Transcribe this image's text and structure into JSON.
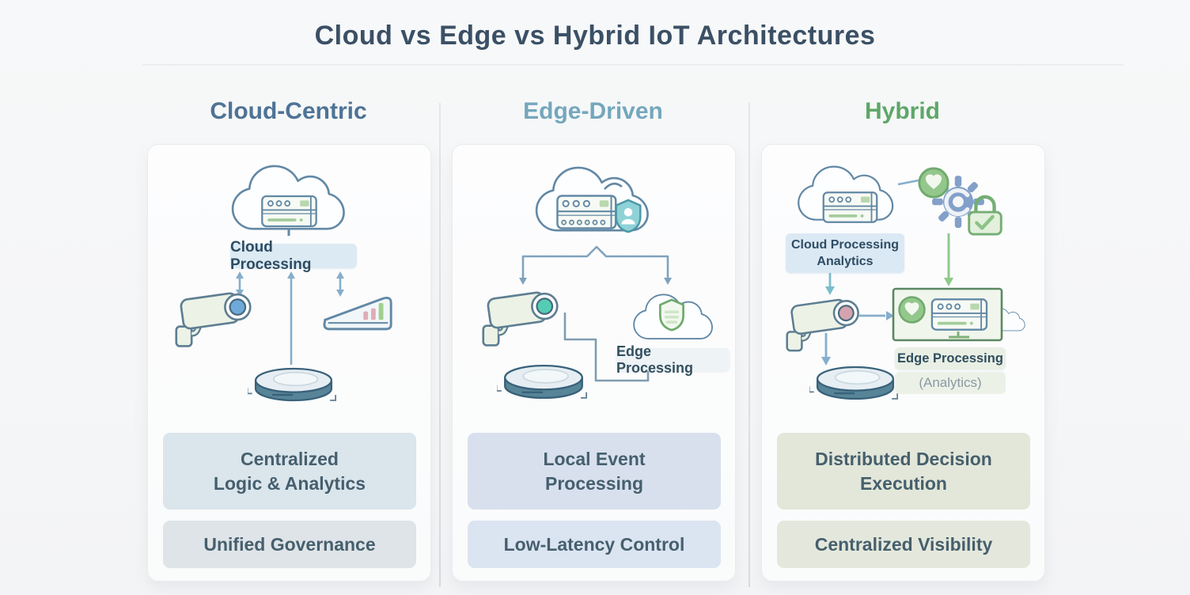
{
  "title": "Cloud vs Edge vs Hybrid IoT Architectures",
  "colors": {
    "background": "#f6f7f8",
    "panel": "#fcfdfd",
    "title_text": "#3b5065",
    "cloud_centric_accent": "#4e7396",
    "edge_driven_accent": "#74a7bc",
    "hybrid_accent": "#5ea768",
    "outline_blue": "#6288a5",
    "arrow_blue": "#86aecb",
    "arrow_teal": "#7cbcca",
    "arrow_green": "#8fc98b",
    "label_box_blue": "#dceaf3",
    "label_box_green": "#e9efe4",
    "feature_box_blue": "#dae5ec",
    "feature_box_lavender": "#d8e0ee",
    "feature_box_green": "#e2e7d9"
  },
  "columns": [
    {
      "id": "cloud-centric",
      "title": "Cloud-Centric",
      "processing_label": "Cloud Processing",
      "features": [
        {
          "lines": [
            "Centralized",
            "Logic & Analytics"
          ]
        },
        {
          "lines": [
            "Unified Governance"
          ]
        }
      ],
      "icons": [
        "cloud",
        "server",
        "security-camera",
        "signal-device",
        "robot-vacuum",
        "sync-arrows"
      ]
    },
    {
      "id": "edge-driven",
      "title": "Edge-Driven",
      "processing_label": "Edge Processing",
      "features": [
        {
          "lines": [
            "Local Event",
            "Processing"
          ]
        },
        {
          "lines": [
            "Low-Latency Control"
          ]
        }
      ],
      "icons": [
        "cloud",
        "server",
        "user-shield",
        "security-camera",
        "edge-cloud",
        "striped-shield",
        "robot-vacuum",
        "branch-connector"
      ]
    },
    {
      "id": "hybrid",
      "title": "Hybrid",
      "cloud_label_lines": [
        "Cloud Processing",
        "Analytics"
      ],
      "edge_label": "Edge Processing",
      "analytics_label": "(Analytics)",
      "features": [
        {
          "lines": [
            "Distributed Decision",
            "Execution"
          ]
        },
        {
          "lines": [
            "Centralized Visibility"
          ]
        }
      ],
      "icons": [
        "cloud",
        "server",
        "verified-badge",
        "gear",
        "lock-check",
        "security-camera",
        "edge-box",
        "robot-vacuum",
        "flow-arrows"
      ]
    }
  ]
}
